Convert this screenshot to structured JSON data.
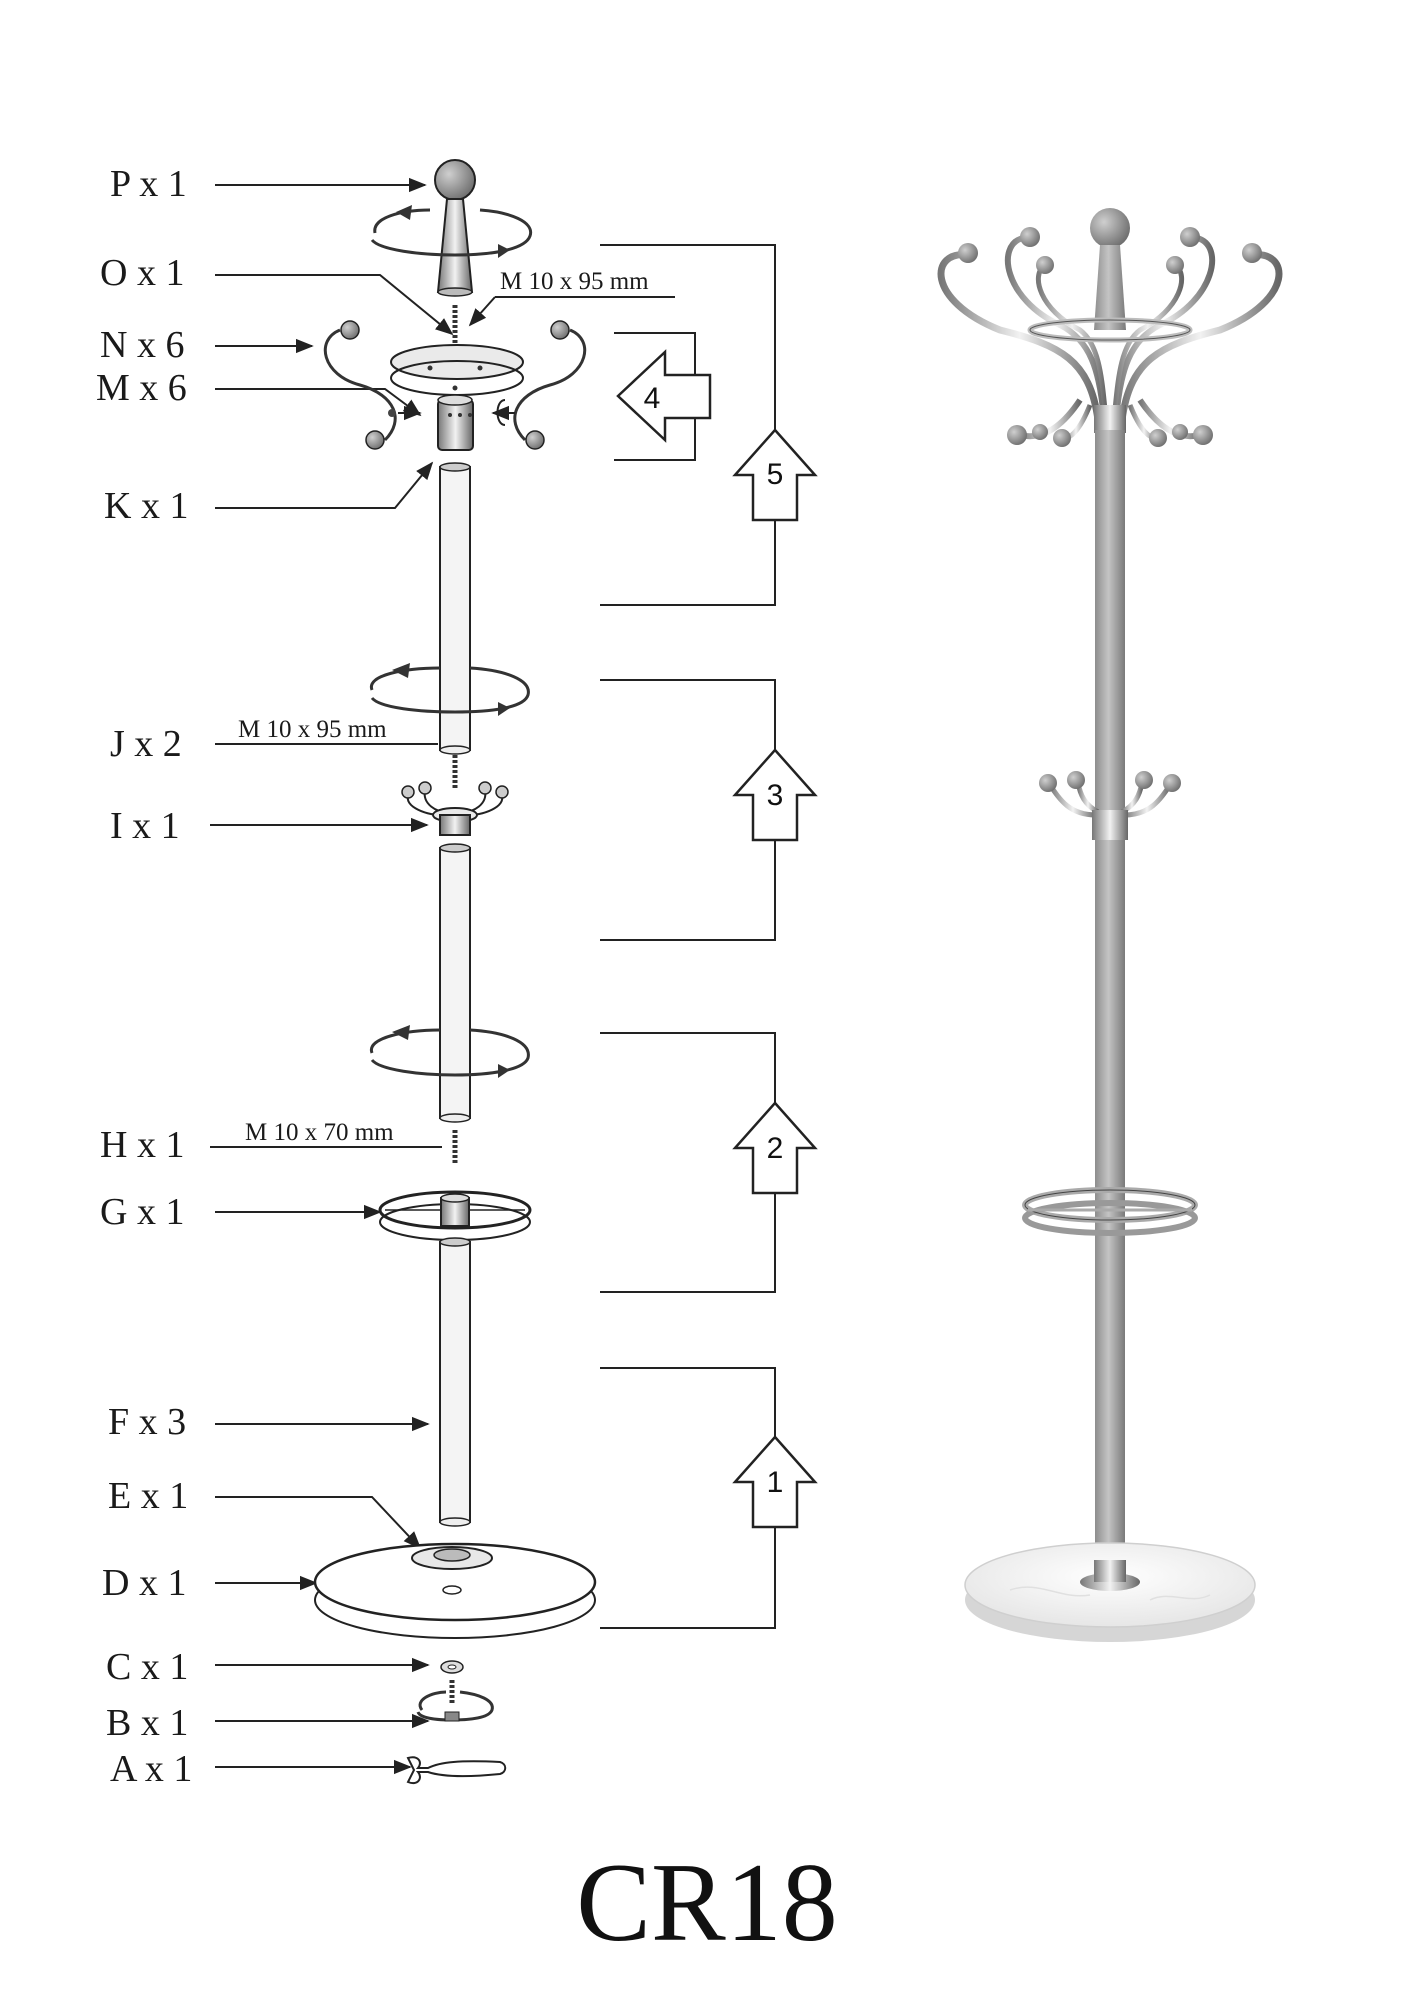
{
  "parts": [
    {
      "code": "P x 1",
      "item": "top-knob"
    },
    {
      "code": "O x 1",
      "item": "upper-bolt"
    },
    {
      "code": "N x 6",
      "item": "upper-hook"
    },
    {
      "code": "M x 6",
      "item": "hook-screw"
    },
    {
      "code": "K x 1",
      "item": "hook-hub"
    },
    {
      "code": "J x 2",
      "item": "connector-bolt"
    },
    {
      "code": "I x 1",
      "item": "middle-hook-ring"
    },
    {
      "code": "H x 1",
      "item": "lower-bolt"
    },
    {
      "code": "G x 1",
      "item": "umbrella-ring"
    },
    {
      "code": "F x 3",
      "item": "pole-section"
    },
    {
      "code": "E x 1",
      "item": "base-collar"
    },
    {
      "code": "D x 1",
      "item": "marble-base"
    },
    {
      "code": "C x 1",
      "item": "washer"
    },
    {
      "code": "B x 1",
      "item": "base-bolt"
    },
    {
      "code": "A x 1",
      "item": "wrench"
    }
  ],
  "bolt_specs": {
    "upper": "M 10 x 95 mm",
    "middle": "M 10 x 95 mm",
    "lower": "M 10 x 70 mm"
  },
  "steps": [
    "1",
    "2",
    "3",
    "4",
    "5"
  ],
  "model_code": "CR18"
}
